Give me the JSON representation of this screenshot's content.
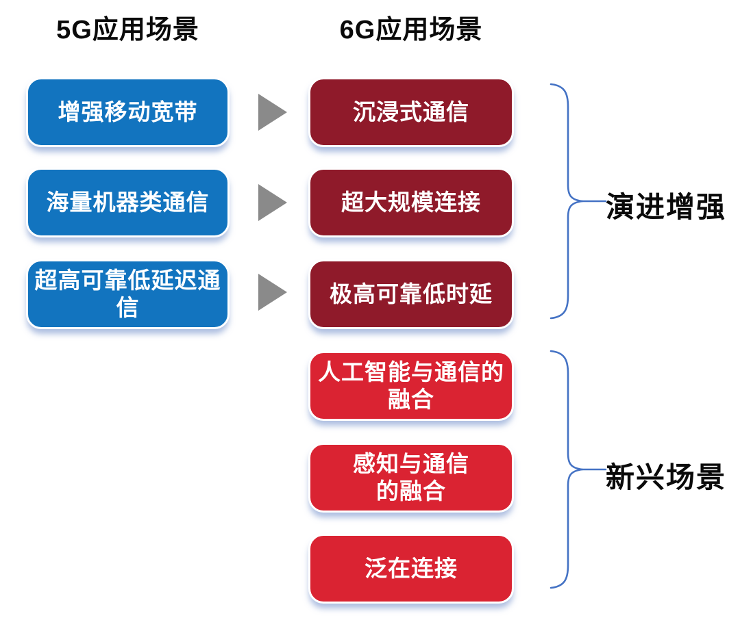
{
  "headers": {
    "left": "5G应用场景",
    "right": "6G应用场景"
  },
  "columns": {
    "left": {
      "items": [
        "增强移动宽带",
        "海量机器类通信",
        "超高可靠低延迟通\n信"
      ]
    },
    "right": {
      "items": [
        "沉浸式通信",
        "超大规模连接",
        "极高可靠低时延",
        "人工智能与通信的\n融合",
        "感知与通信\n的融合",
        "泛在连接"
      ]
    }
  },
  "groups": [
    {
      "label": "演进增强"
    },
    {
      "label": "新兴场景"
    }
  ],
  "colors": {
    "blue_5g_box": "#1274BF",
    "dark_red_6g_box": "#8F1A2A",
    "bright_red_6g_box": "#DA2332",
    "arrow_gray": "#8A8A8A",
    "brace_blue": "#4472C4",
    "box_text": "#FFFFFF",
    "heading_text": "#0A0A0A"
  }
}
